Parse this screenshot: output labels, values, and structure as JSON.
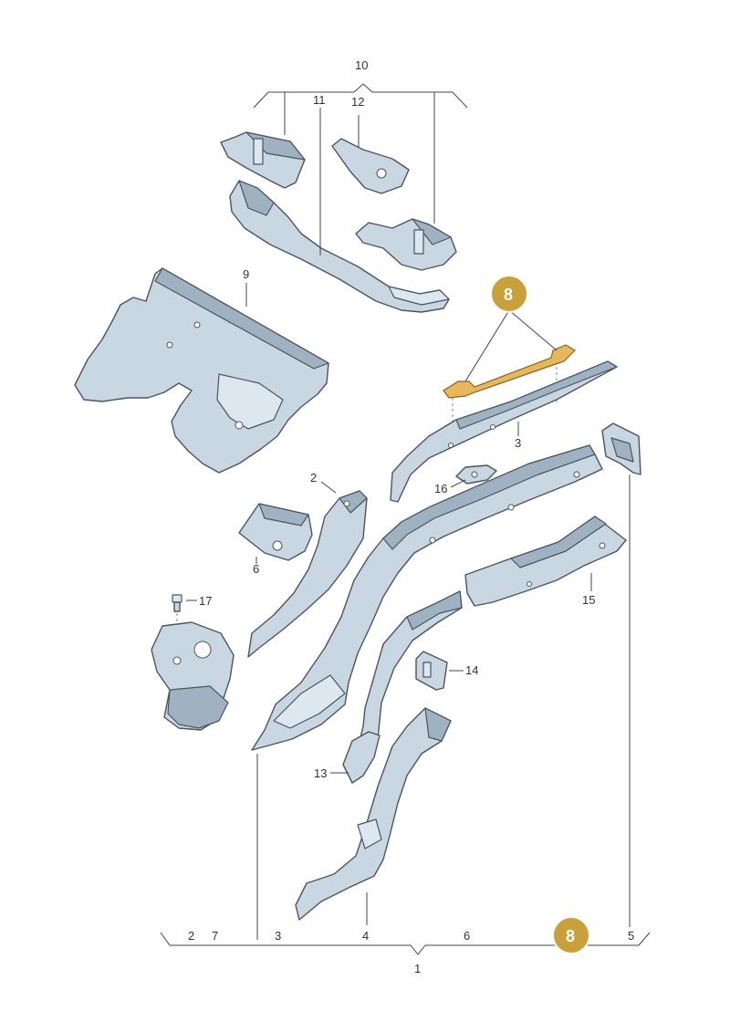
{
  "callouts": {
    "c1": "1",
    "c2_top": "2",
    "c2_bottom": "2",
    "c3_right": "3",
    "c3_bottom": "3",
    "c4": "4",
    "c5": "5",
    "c6_left": "6",
    "c6_bottom": "6",
    "c7": "7",
    "c8_top": "8",
    "c8_bottom": "8",
    "c9": "9",
    "c10": "10",
    "c11": "11",
    "c12": "12",
    "c13": "13",
    "c14": "14",
    "c15": "15",
    "c16": "16",
    "c17": "17"
  },
  "colors": {
    "highlight_badge": "#c8a13a",
    "highlight_part": "#e7b85a",
    "part_fill": "#c9d7e2",
    "outline": "#4a5560"
  }
}
